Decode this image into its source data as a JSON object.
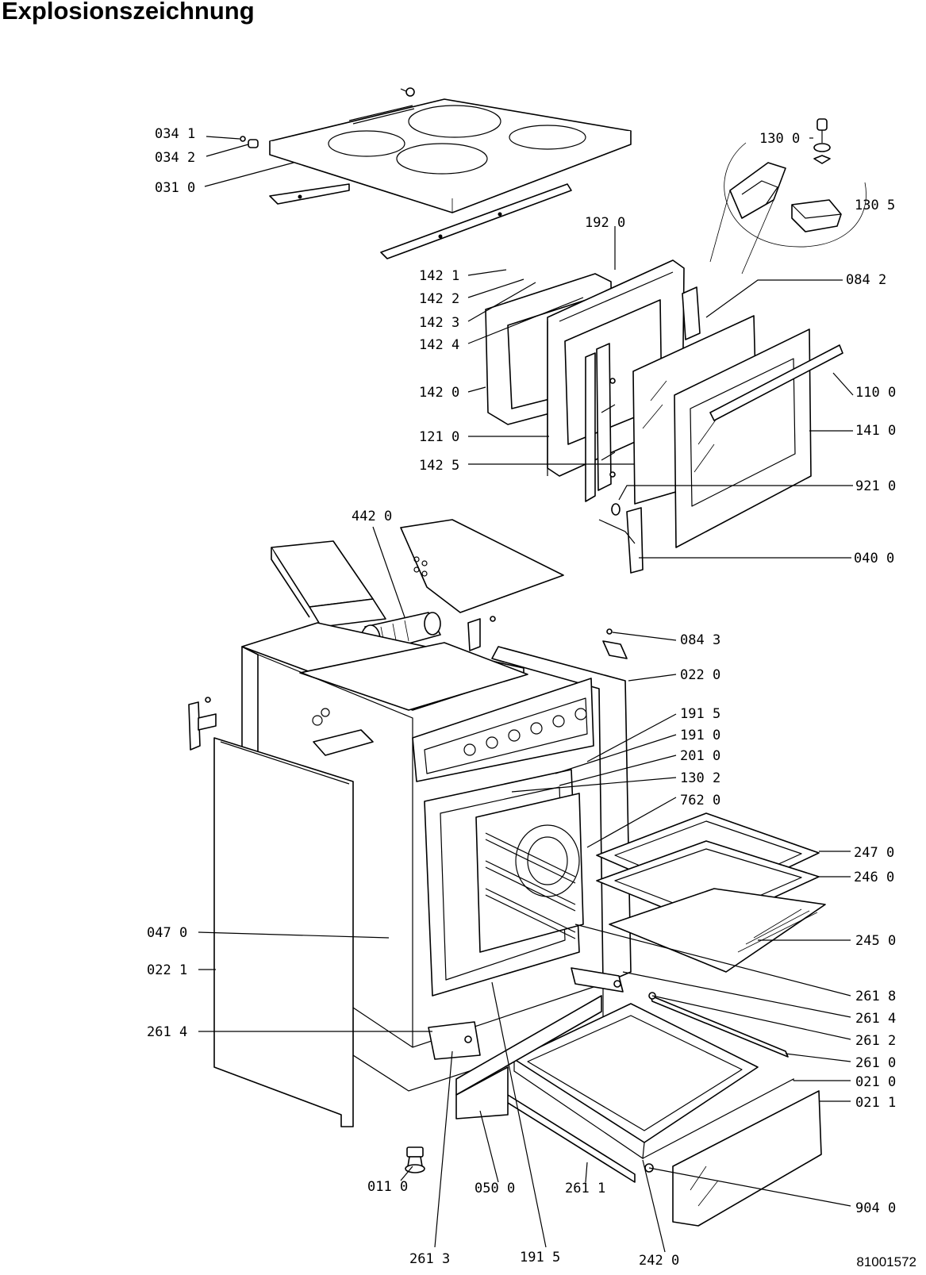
{
  "title": "Explosionszeichnung",
  "document_number": "81001572",
  "callouts": [
    {
      "id": "c0341",
      "text": "034  1"
    },
    {
      "id": "c0342",
      "text": "034  2"
    },
    {
      "id": "c0310",
      "text": "031  0"
    },
    {
      "id": "c1300",
      "text": "130  0"
    },
    {
      "id": "c1305",
      "text": "130  5"
    },
    {
      "id": "c1920",
      "text": "192  0"
    },
    {
      "id": "c1421",
      "text": "142  1"
    },
    {
      "id": "c1422",
      "text": "142  2"
    },
    {
      "id": "c1423",
      "text": "142  3"
    },
    {
      "id": "c1424",
      "text": "142  4"
    },
    {
      "id": "c0842",
      "text": "084  2"
    },
    {
      "id": "c1420",
      "text": "142  0"
    },
    {
      "id": "c1100",
      "text": "110  0"
    },
    {
      "id": "c1210",
      "text": "121  0"
    },
    {
      "id": "c1410",
      "text": "141  0"
    },
    {
      "id": "c1425",
      "text": "142  5"
    },
    {
      "id": "c9210",
      "text": "921  0"
    },
    {
      "id": "c4420",
      "text": "442  0"
    },
    {
      "id": "c0400",
      "text": "040  0"
    },
    {
      "id": "c0843",
      "text": "084  3"
    },
    {
      "id": "c0220",
      "text": "022  0"
    },
    {
      "id": "c1915a",
      "text": "191  5"
    },
    {
      "id": "c1910",
      "text": "191  0"
    },
    {
      "id": "c2010",
      "text": "201  0"
    },
    {
      "id": "c1302",
      "text": "130  2"
    },
    {
      "id": "c7620",
      "text": "762  0"
    },
    {
      "id": "c2470",
      "text": "247  0"
    },
    {
      "id": "c2460",
      "text": "246  0"
    },
    {
      "id": "c0470",
      "text": "047  0"
    },
    {
      "id": "c2450",
      "text": "245  0"
    },
    {
      "id": "c0221",
      "text": "022  1"
    },
    {
      "id": "c2618",
      "text": "261  8"
    },
    {
      "id": "c2614b",
      "text": "261  4"
    },
    {
      "id": "c2614a",
      "text": "261  4"
    },
    {
      "id": "c2612",
      "text": "261  2"
    },
    {
      "id": "c2610",
      "text": "261  0"
    },
    {
      "id": "c0210",
      "text": "021  0"
    },
    {
      "id": "c0211",
      "text": "021  1"
    },
    {
      "id": "c0110",
      "text": "011  0"
    },
    {
      "id": "c0500",
      "text": "050  0"
    },
    {
      "id": "c2611",
      "text": "261  1"
    },
    {
      "id": "c9040",
      "text": "904  0"
    },
    {
      "id": "c2613",
      "text": "261  3"
    },
    {
      "id": "c1915b",
      "text": "191  5"
    },
    {
      "id": "c2420",
      "text": "242  0"
    }
  ]
}
